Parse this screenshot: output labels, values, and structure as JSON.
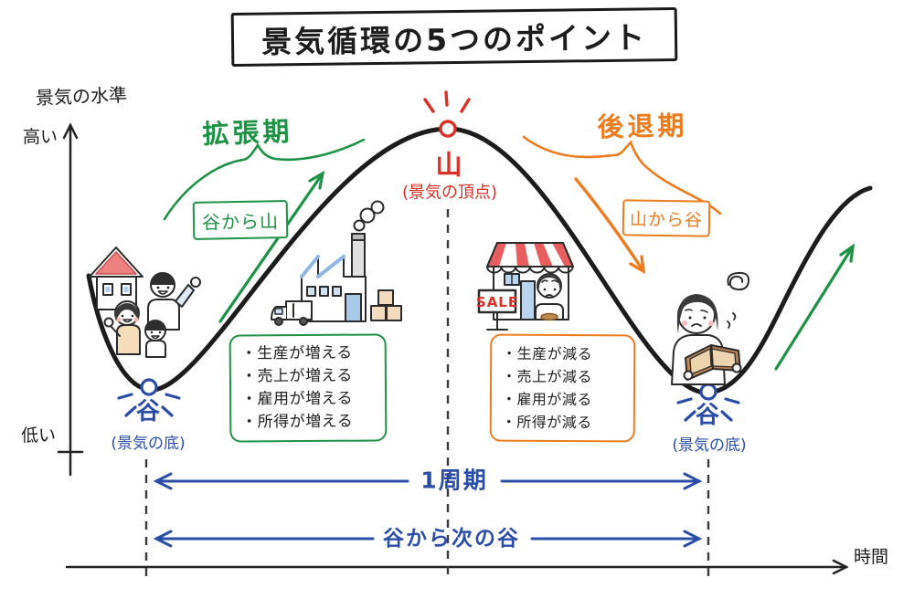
{
  "title": "景気循環の5つのポイント",
  "axis": {
    "y_label": "景気の水準",
    "y_high": "高い",
    "y_low": "低い",
    "x_label": "時間"
  },
  "expansion": {
    "label": "拡張期",
    "range": "谷から山",
    "effects": [
      "・生産が増える",
      "・売上が増える",
      "・雇用が増える",
      "・所得が増える"
    ],
    "color": "#1d9245"
  },
  "recession": {
    "label": "後退期",
    "range": "山から谷",
    "effects": [
      "・生産が減る",
      "・売上が減る",
      "・雇用が減る",
      "・所得が減る"
    ],
    "color": "#ed7c1f"
  },
  "peak": {
    "label": "山",
    "sub": "(景気の頂点)",
    "color": "#dc2f26"
  },
  "trough_left": {
    "label": "谷",
    "sub": "(景気の底)",
    "color": "#2a4da8"
  },
  "trough_right": {
    "label": "谷",
    "sub": "(景気の底)",
    "color": "#2a4da8"
  },
  "cycle": {
    "span1": "1周期",
    "span2": "谷から次の谷",
    "color": "#2a4da8"
  },
  "illustrations": {
    "family": "happy-family-with-house-icon",
    "factory": "factory-with-truck-and-boxes-icon",
    "shop": "shop-with-sale-sign-icon",
    "woman": "worried-woman-reading-icon",
    "sale_sign_text": "SALE"
  },
  "colors": {
    "ink": "#1c1c1c",
    "curve": "#1c1c1c",
    "guide_dash": "#3a3a3a"
  }
}
